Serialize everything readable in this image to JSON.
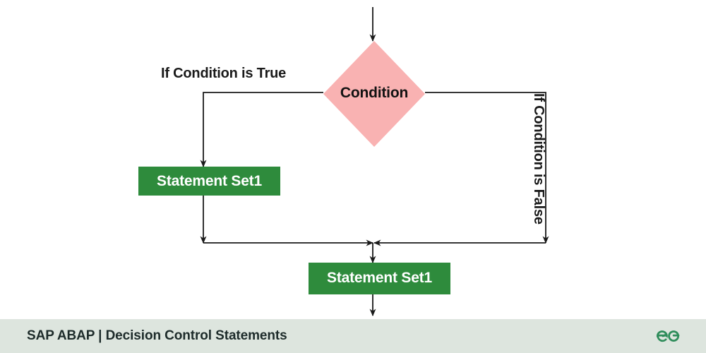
{
  "diagram": {
    "type": "flowchart",
    "title": "SAP ABAP | Decision Control Statements",
    "nodes": [
      {
        "id": "condition",
        "shape": "diamond",
        "label": "Condition",
        "fill": "#f9b2b2",
        "text_color": "#121212"
      },
      {
        "id": "statement-set-true",
        "shape": "rectangle",
        "label": "Statement Set1",
        "fill": "#2e8b3c",
        "text_color": "#ffffff"
      },
      {
        "id": "statement-set-after",
        "shape": "rectangle",
        "label": "Statement Set1",
        "fill": "#2e8b3c",
        "text_color": "#ffffff"
      }
    ],
    "edge_labels": [
      {
        "id": "true-branch",
        "text": "If Condition is True",
        "orientation": "horizontal"
      },
      {
        "id": "false-branch",
        "text": "If Condition is False",
        "orientation": "vertical"
      }
    ],
    "line_color": "#1a1a1a"
  },
  "footer": {
    "title": "SAP ABAP | Decision Control Statements",
    "background": "#dde5de",
    "logo_name": "geeksforgeeks-logo",
    "logo_color": "#2f8d5b"
  }
}
